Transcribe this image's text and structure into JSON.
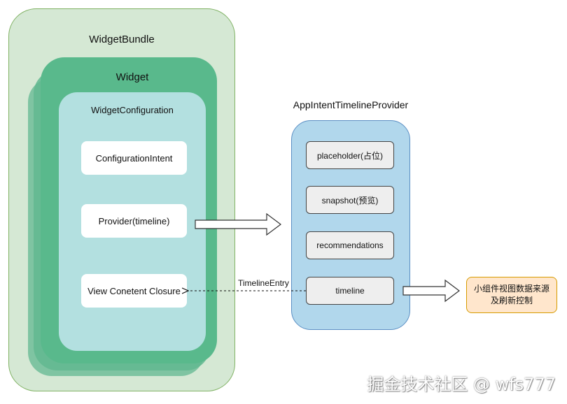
{
  "bundle": {
    "title": "WidgetBundle"
  },
  "widget": {
    "title": "Widget"
  },
  "configuration": {
    "title": "WidgetConfiguration",
    "items": [
      {
        "label": "ConfigurationIntent"
      },
      {
        "label": "Provider(timeline)"
      },
      {
        "label": "View Conetent Closure"
      }
    ]
  },
  "provider": {
    "title": "AppIntentTimelineProvider",
    "methods": [
      {
        "label": "placeholder(占位)"
      },
      {
        "label": "snapshot(预览)"
      },
      {
        "label": "recommendations"
      },
      {
        "label": "timeline"
      }
    ]
  },
  "edges": {
    "timeline_entry_label": "TimelineEntry"
  },
  "note": {
    "text": "小组件视图数据来源及刷新控制"
  },
  "watermark": {
    "text": "掘金技术社区 @ wfs777"
  },
  "colors": {
    "bundle_fill": "#d5e8d4",
    "widget_fill": "#59b98c",
    "configuration_fill": "#b3e0e0",
    "provider_fill": "#b1d7ec",
    "note_fill": "#ffe6cc"
  }
}
